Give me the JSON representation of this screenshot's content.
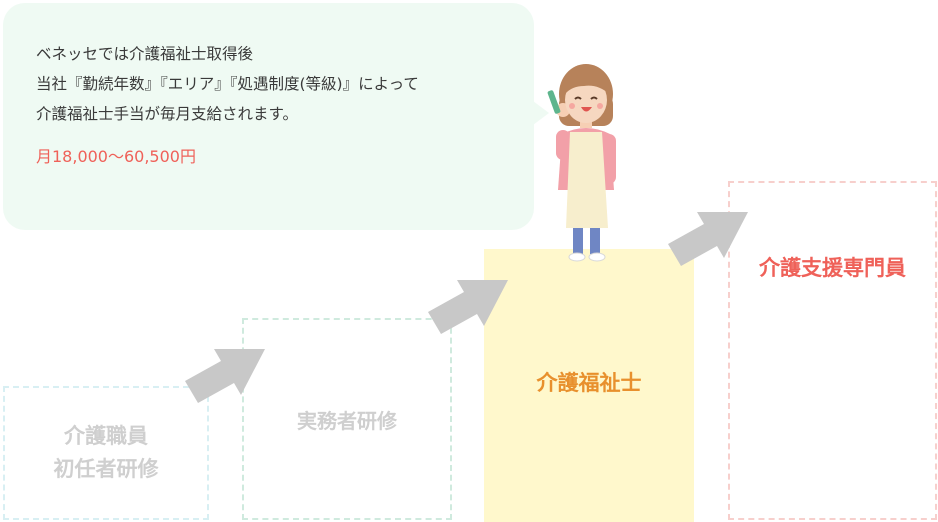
{
  "bubble": {
    "line1": "ベネッセでは介護福祉士取得後",
    "line2": "当社『勤続年数』『エリア』『処遇制度(等級)』によって",
    "line3": "介護福祉士手当が毎月支給されます。",
    "amount": "月18,000〜60,500円"
  },
  "steps": [
    {
      "line1": "介護職員",
      "line2": "初任者研修"
    },
    {
      "label": "実務者研修"
    },
    {
      "label": "介護福祉士"
    },
    {
      "label": "介護支援専門員"
    }
  ],
  "colors": {
    "bubble_bg": "#effaf3",
    "accent_red": "#ef6159",
    "accent_orange": "#e8902d",
    "highlight_bg": "#fff8cc",
    "arrow": "#c8c8c8"
  },
  "icons": [
    "arrow-icon",
    "caregiver-illustration"
  ]
}
